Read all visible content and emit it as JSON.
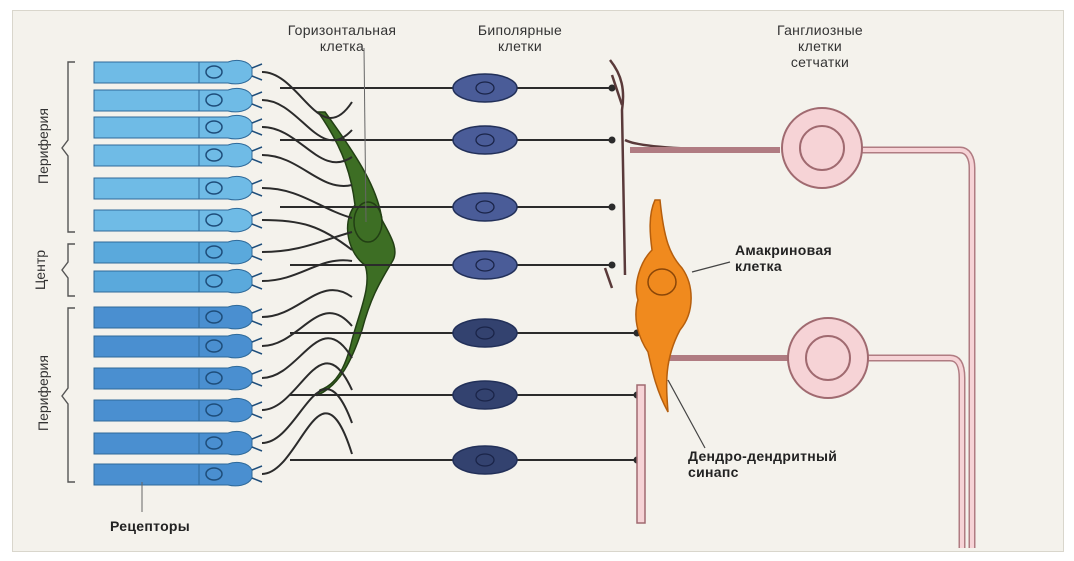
{
  "labels": {
    "horizontal_cell": [
      "Горизонтальная",
      "клетка"
    ],
    "bipolar_cells": [
      "Биполярные",
      "клетки"
    ],
    "ganglion_cells": [
      "Ганглиозные",
      "клетки",
      "сетчатки"
    ],
    "amacrine_cell": [
      "Амакриновая",
      "клетка"
    ],
    "dendro_synapse": [
      "Дендро-дендритный",
      "синапс"
    ],
    "receptors": "Рецепторы",
    "periphery_top": "Периферия",
    "center": "Центр",
    "periphery_bottom": "Периферия"
  },
  "colors": {
    "receptor": "#5aa9dc",
    "receptor_dark": "#3f7fc0",
    "horizontal": "#2f5a1c",
    "bipolar": "#3e4f8a",
    "amacrine": "#f08a1e",
    "ganglion": "#f6d3d6",
    "ganglion_stroke": "#a06a70",
    "axon": "#2b2b2b"
  }
}
